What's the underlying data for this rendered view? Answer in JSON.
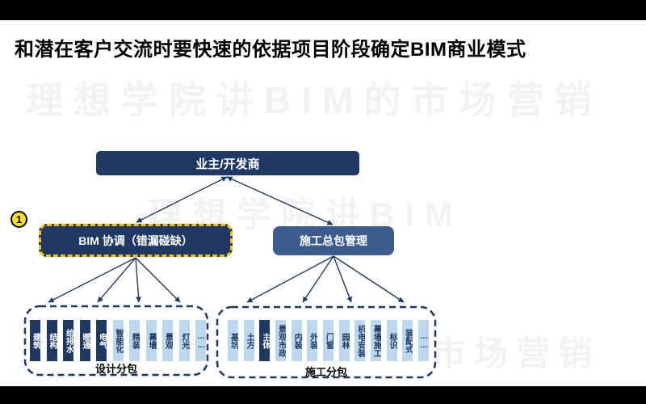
{
  "title": "和潜在客户交流时要快速的依据项目阶段确定BIM商业模式",
  "watermarks": {
    "top": "理想学院讲BIM的市场营销",
    "middle": "理想学院讲BIM",
    "bottom": "的市场营销"
  },
  "badge": {
    "label": "1"
  },
  "tree": {
    "root_label": "业主/开发商",
    "bim_label": "BIM 协调（错漏碰缺）",
    "gc_label": "施工总包管理"
  },
  "groups": [
    {
      "label": "设计分包",
      "items": [
        {
          "text": "建筑",
          "dark": true
        },
        {
          "text": "结构",
          "dark": true
        },
        {
          "text": "给排水",
          "dark": true
        },
        {
          "text": "暖通",
          "dark": true
        },
        {
          "text": "电气",
          "dark": true
        },
        {
          "text": "智能化",
          "dark": false
        },
        {
          "text": "精装",
          "dark": false
        },
        {
          "text": "幕墙",
          "dark": false
        },
        {
          "text": "景观",
          "dark": false
        },
        {
          "text": "灯光",
          "dark": false
        },
        {
          "text": "……",
          "dark": false
        }
      ]
    },
    {
      "label": "施工分包",
      "items": [
        {
          "text": "基坑",
          "dark": false
        },
        {
          "text": "土方",
          "dark": false
        },
        {
          "text": "主体",
          "dark": true
        },
        {
          "text": "景观市政",
          "dark": false
        },
        {
          "text": "内装",
          "dark": false
        },
        {
          "text": "外装",
          "dark": false
        },
        {
          "text": "门窗",
          "dark": false
        },
        {
          "text": "园林",
          "dark": false
        },
        {
          "text": "机电安装",
          "dark": false
        },
        {
          "text": "幕墙施工",
          "dark": false
        },
        {
          "text": "标识",
          "dark": false
        },
        {
          "text": "装配式",
          "dark": false
        },
        {
          "text": "……",
          "dark": false
        }
      ]
    }
  ],
  "colors": {
    "dark_navy": "#1F3864",
    "slate_blue": "#3D5C8E",
    "light_blue": "#BDD7EE",
    "gold_dash": "#FFC000",
    "badge_yellow": "#FFE11A",
    "connector": "#1F3864",
    "watermark_gray": "#F2F2F2"
  }
}
